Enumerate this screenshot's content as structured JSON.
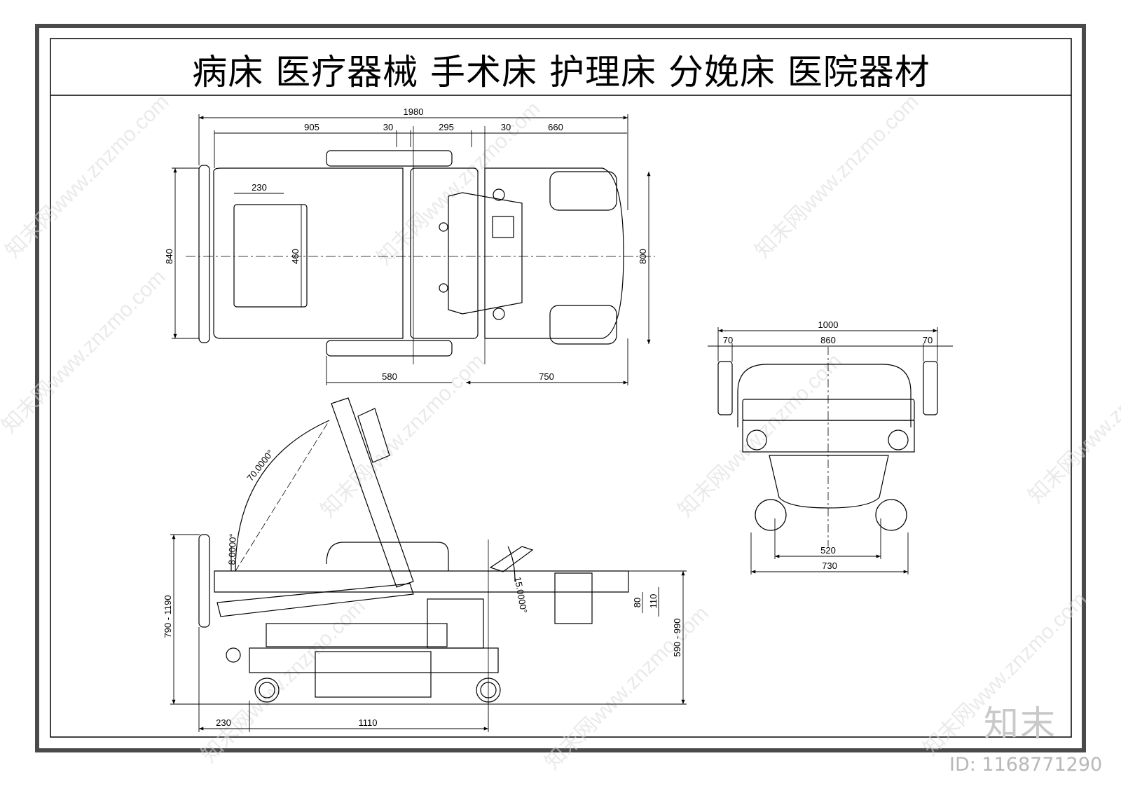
{
  "title": "病床  医疗器械  手术床  护理床  分娩床  医院器材",
  "logo_text": "知末",
  "id_label": "ID: 1168771290",
  "watermark_text": "知末网www.znzmo.com",
  "colors": {
    "frame_outer": "#4a4a4a",
    "frame_inner": "#000000",
    "line": "#000000",
    "watermark": "#d6d6d6"
  },
  "top_view": {
    "dims": {
      "overall": "1980",
      "seg1": "905",
      "seg2": "30",
      "seg3": "295",
      "seg4": "30",
      "seg5": "660",
      "pad": "230",
      "width": "840",
      "pad_len": "460",
      "foot_width": "800",
      "base_left": "580",
      "base_right": "750"
    }
  },
  "side_view": {
    "dims": {
      "angle_back": "70.0000°",
      "angle_small": "8.0000°",
      "angle_leg": "15.0000°",
      "height_range": "790 - 1190",
      "height_range2": "590 - 990",
      "d80": "80",
      "d110": "110",
      "bottom_left": "230",
      "bottom_len": "1110"
    }
  },
  "end_view": {
    "dims": {
      "overall": "1000",
      "side_l": "70",
      "inner": "860",
      "side_r": "70",
      "wheel_inner": "520",
      "wheel_outer": "730"
    }
  }
}
